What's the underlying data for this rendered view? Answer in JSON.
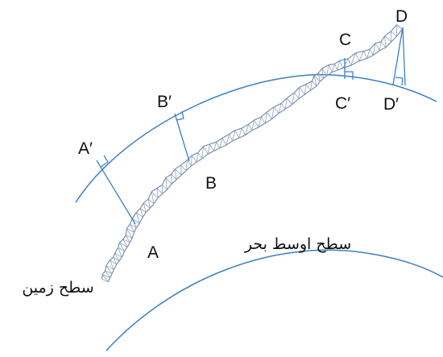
{
  "points": {
    "A": "A",
    "B": "B",
    "C": "C",
    "D": "D",
    "A_prime": "A′",
    "B_prime": "B′",
    "C_prime": "C′",
    "D_prime": "D′"
  },
  "texts": {
    "mean_sea_level": "سطح اوسط بحر",
    "ground_surface": "سطح زمین"
  }
}
